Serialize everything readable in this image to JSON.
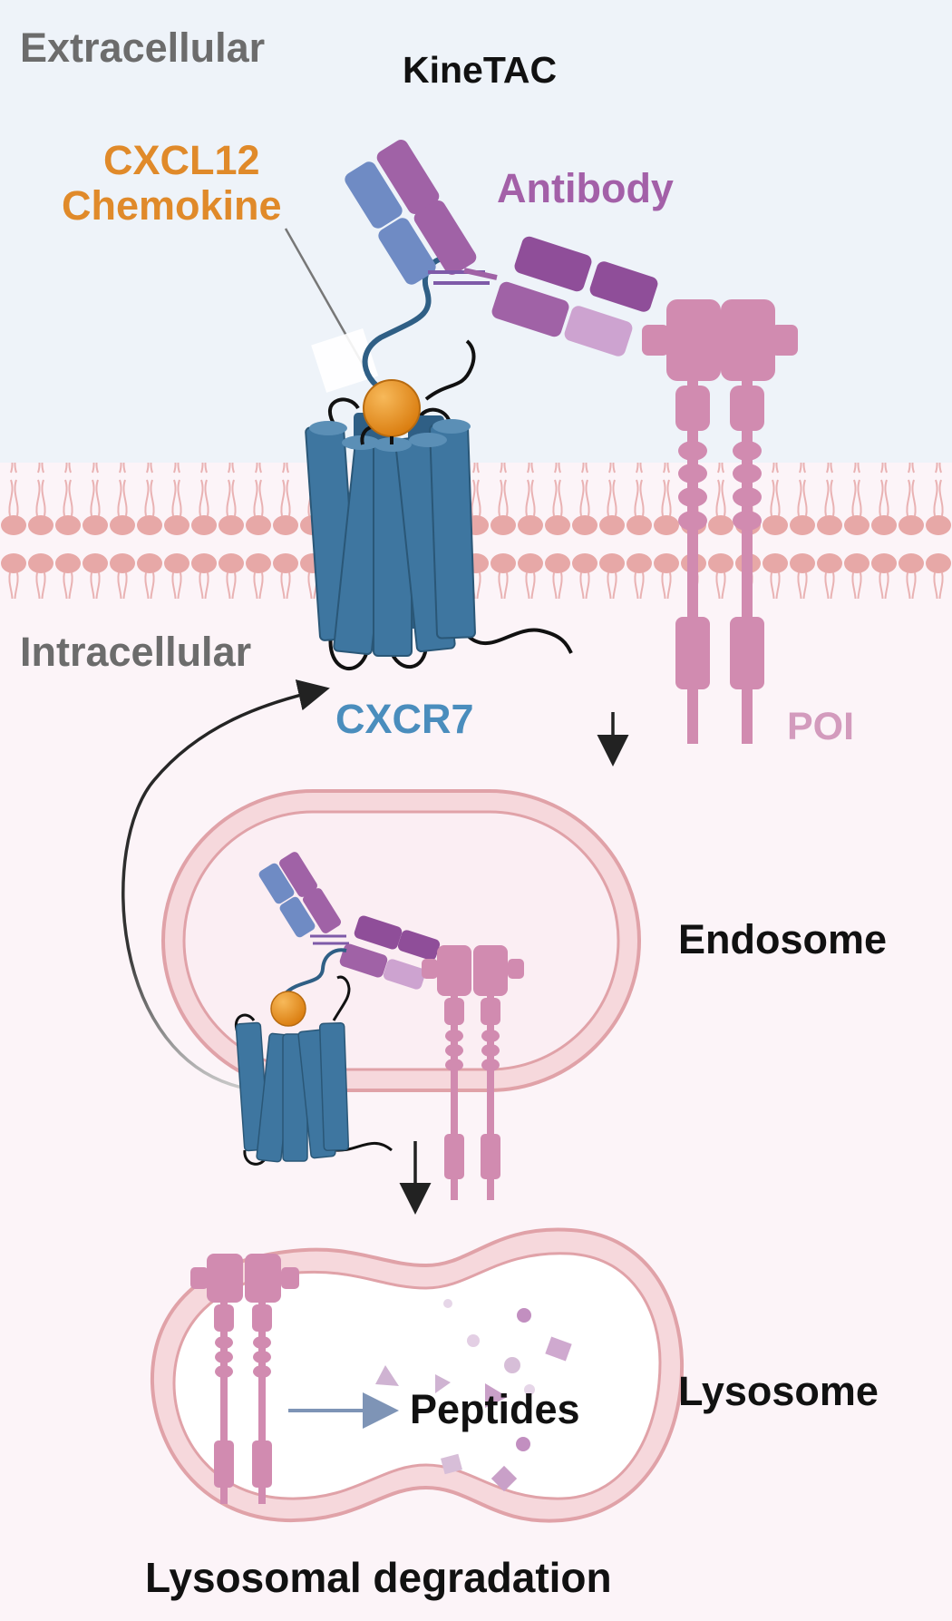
{
  "labels": {
    "extracellular": "Extracellular",
    "kinetac": "KineTAC",
    "ligand_line1": "CXCL12",
    "ligand_line2": "Chemokine",
    "antibody": "Antibody",
    "intracellular": "Intracellular",
    "receptor": "CXCR7",
    "poi": "POI",
    "endosome": "Endosome",
    "lysosome": "Lysosome",
    "peptides": "Peptides",
    "footer": "Lysosomal degradation"
  },
  "colors": {
    "extracellular_bg": "#eef3f9",
    "intracellular_bg": "#fcf4f8",
    "membrane": "#e7a8a7",
    "receptor": "#3e76a0",
    "receptor_dark": "#2a5777",
    "chemokine": "#e7901c",
    "antibody": "#a062a6",
    "antibody_blue": "#6f8bc4",
    "poi": "#d18bb0",
    "vesicle": "#eab1b4",
    "ligand_text": "#e08a2a",
    "antibody_text": "#a360a8",
    "receptor_text": "#4a8dbd",
    "poi_text": "#d39bbd",
    "region_text": "#6c6c6c",
    "dark_text": "#111111"
  },
  "icons": [
    "receptor-icon",
    "chemokine-icon",
    "antibody-icon",
    "poi-icon",
    "endosome-icon",
    "lysosome-icon",
    "recycling-arrow-icon",
    "down-arrow-icon",
    "degradation-arrow-icon"
  ]
}
